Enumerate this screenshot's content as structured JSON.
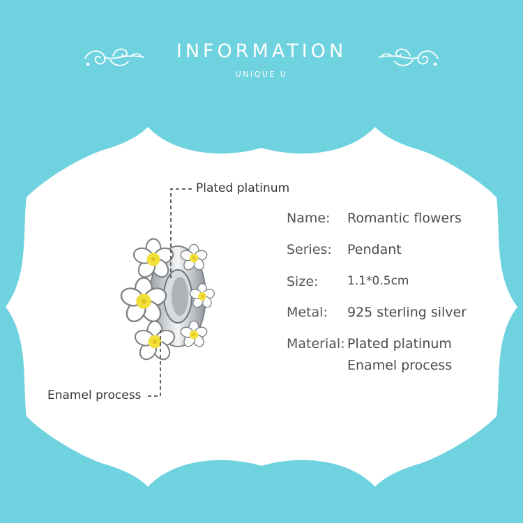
{
  "header": {
    "title": "INFORMATION",
    "subtitle": "UNIQUE U"
  },
  "colors": {
    "background": "#6fd2df",
    "panel": "#ffffff",
    "enamel_yellow": "#f2e03a",
    "silver": "#c9ccd0"
  },
  "callouts": {
    "top": "Plated platinum",
    "bottom": "Enamel process"
  },
  "specs": [
    {
      "label": "Name:",
      "value": "Romantic flowers"
    },
    {
      "label": "Series:",
      "value": "Pendant"
    },
    {
      "label": "Size:",
      "value": "1.1*0.5cm"
    },
    {
      "label": "Metal:",
      "value": "925 sterling silver"
    },
    {
      "label": "Material:",
      "value": "Plated platinum",
      "value2": "Enamel process"
    }
  ]
}
